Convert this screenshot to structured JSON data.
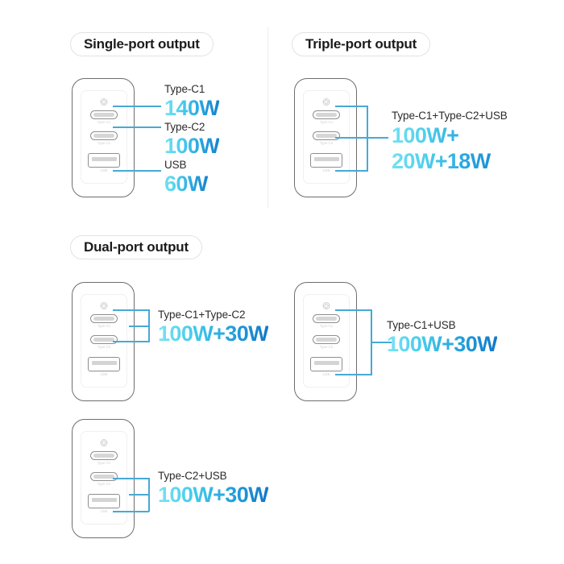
{
  "sections": [
    {
      "id": "single",
      "label": "Single-port output"
    },
    {
      "id": "triple",
      "label": "Triple-port output"
    },
    {
      "id": "dual",
      "label": "Dual-port output"
    }
  ],
  "device": {
    "logo_icon": "gan-logo-icon",
    "ports": [
      {
        "id": "c1",
        "type": "type-c",
        "label": "Type-C1"
      },
      {
        "id": "c2",
        "type": "type-c",
        "label": "Type-C2"
      },
      {
        "id": "usb",
        "type": "usb-a",
        "label": "USB"
      }
    ]
  },
  "cards": [
    {
      "id": "single-port",
      "section": "single",
      "mode": "individual",
      "rows": [
        {
          "port": "c1",
          "title": "Type-C1",
          "watt": "140W"
        },
        {
          "port": "c2",
          "title": "Type-C2",
          "watt": "100W"
        },
        {
          "port": "usb",
          "title": "USB",
          "watt": "60W"
        }
      ]
    },
    {
      "id": "triple-port",
      "section": "triple",
      "mode": "bracket",
      "ports_used": [
        "c1",
        "c2",
        "usb"
      ],
      "title": "Type-C1+Type-C2+USB",
      "watt_lines": [
        "100W+",
        "20W+18W"
      ]
    },
    {
      "id": "dual-c1-c2",
      "section": "dual",
      "mode": "bracket",
      "ports_used": [
        "c1",
        "c2"
      ],
      "title": "Type-C1+Type-C2",
      "watt_lines": [
        "100W+30W"
      ]
    },
    {
      "id": "dual-c1-usb",
      "section": "dual",
      "mode": "bracket",
      "ports_used": [
        "c1",
        "usb"
      ],
      "title": "Type-C1+USB",
      "watt_lines": [
        "100W+30W"
      ]
    },
    {
      "id": "dual-c2-usb",
      "section": "dual",
      "mode": "bracket",
      "ports_used": [
        "c2",
        "usb"
      ],
      "title": "Type-C2+USB",
      "watt_lines": [
        "100W+30W"
      ]
    }
  ],
  "colors": {
    "connector": "#47a9d6",
    "watt_gradient_start": "#74e0f2",
    "watt_gradient_end": "#1583cf",
    "device_outline": "#6e6e6e",
    "port_outline": "#8e8e8e",
    "pill_border": "#e3e3e3",
    "divider": "#ededed",
    "heading_text": "#1b1b1b",
    "title_text": "#2b2b2b"
  }
}
